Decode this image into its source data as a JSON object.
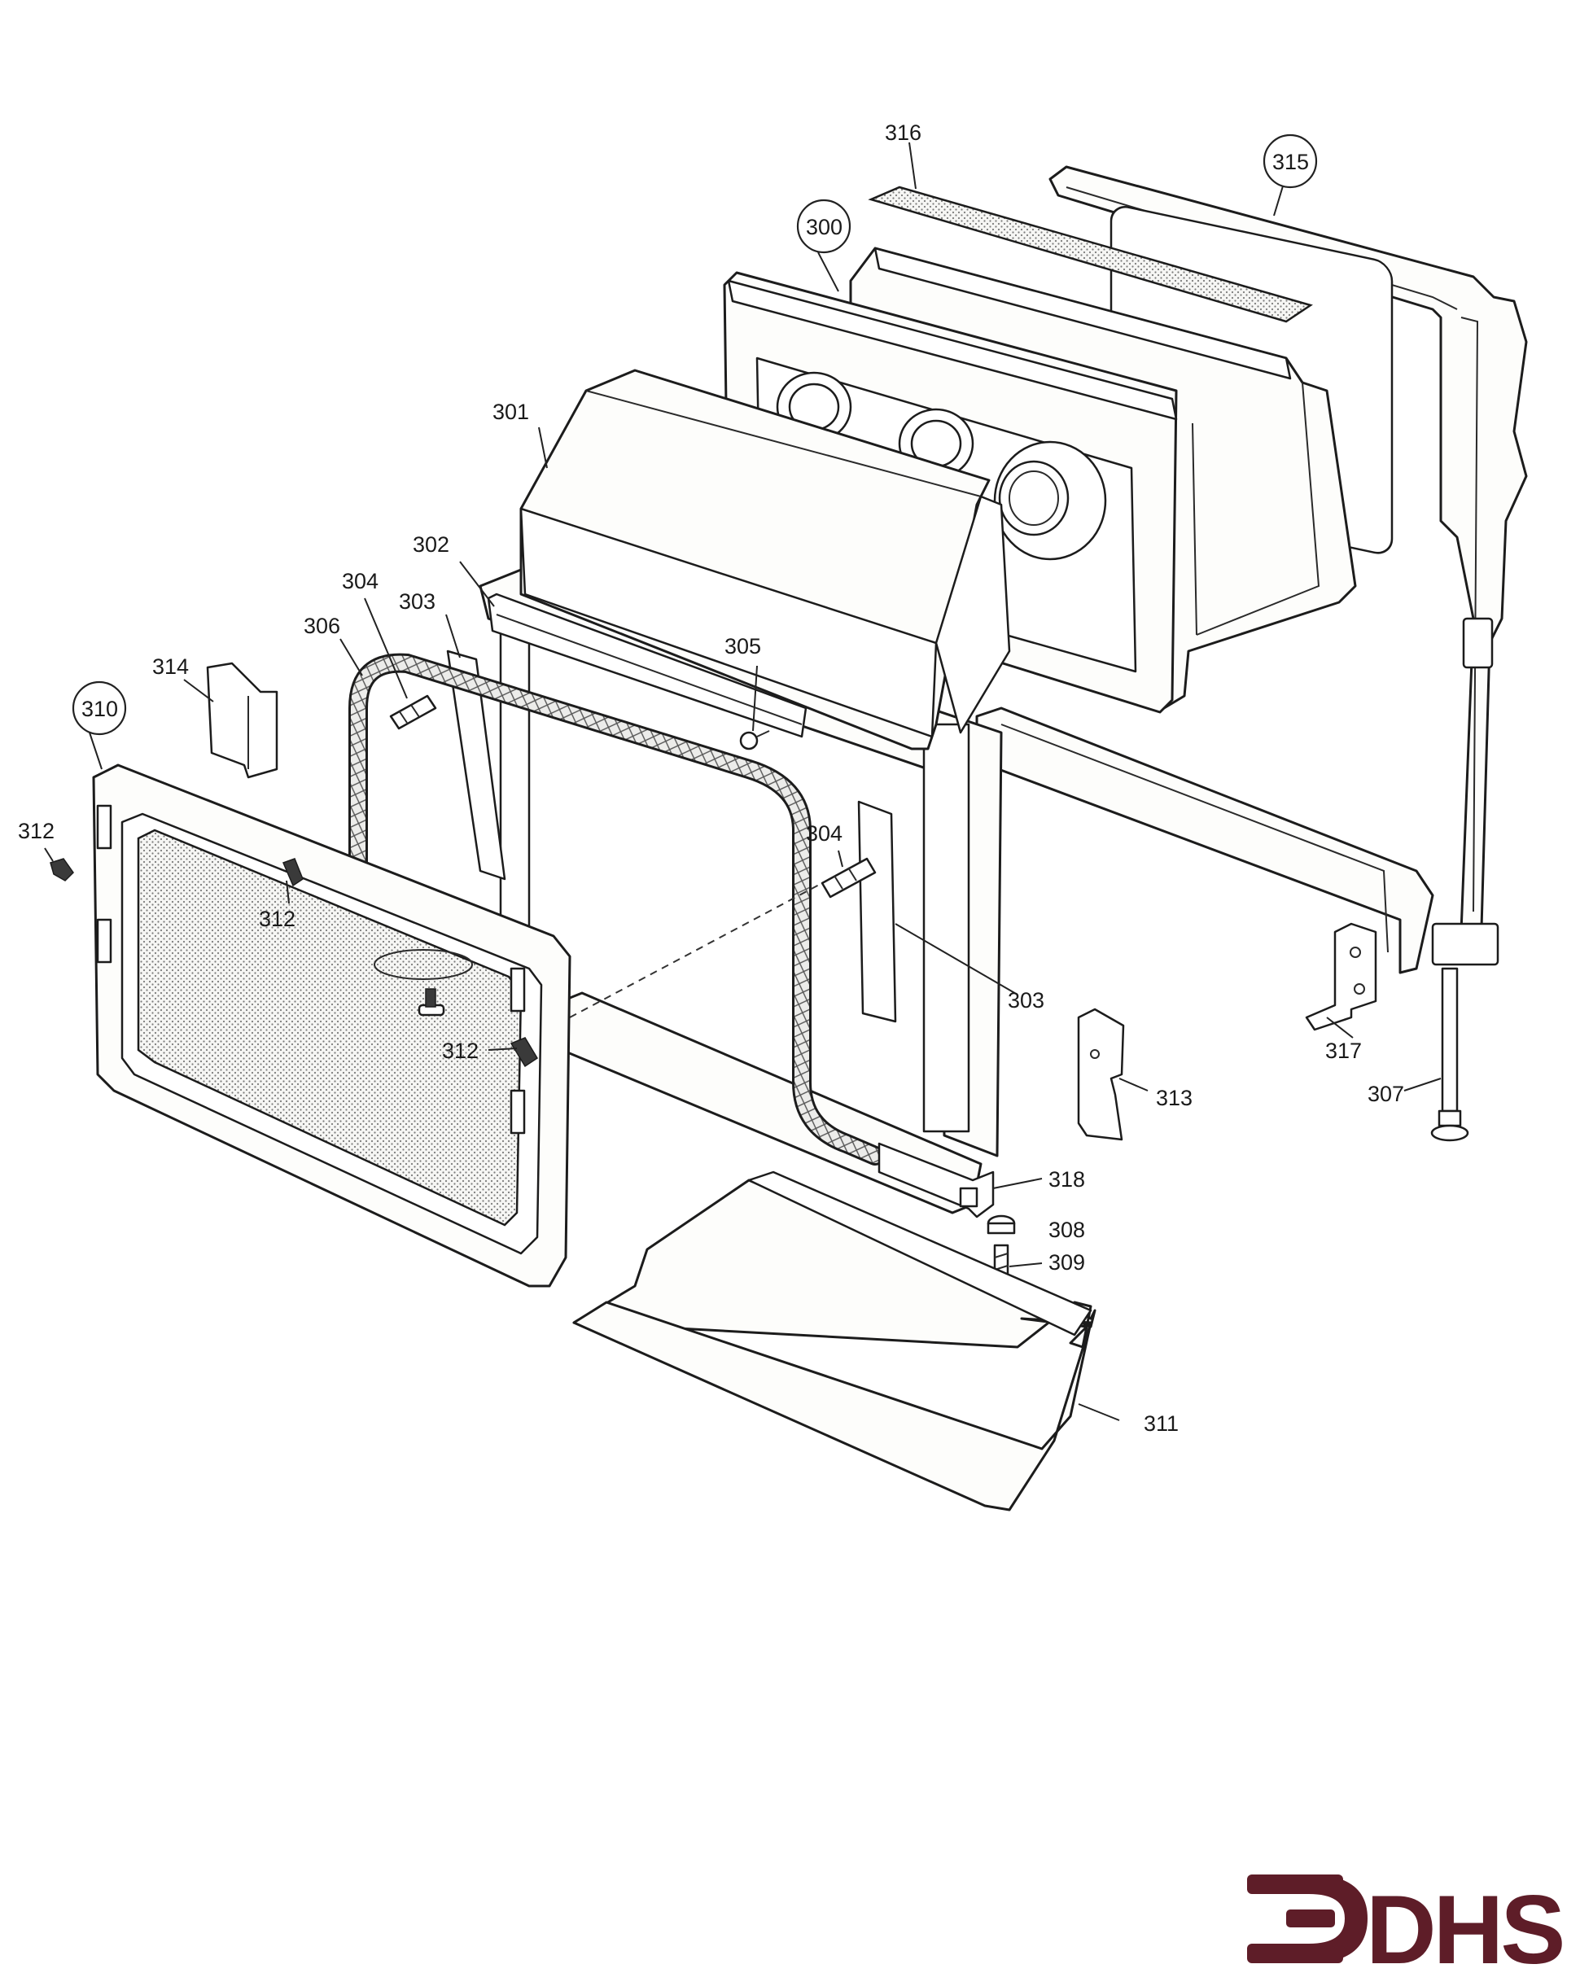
{
  "diagram": {
    "type": "exploded-parts-diagram",
    "parts": [
      {
        "id": "p300",
        "number": "300",
        "circled": true,
        "component": "back-housing"
      },
      {
        "id": "p301",
        "number": "301",
        "circled": false,
        "component": "top-cover"
      },
      {
        "id": "p302",
        "number": "302",
        "circled": false,
        "component": "top-bracket"
      },
      {
        "id": "p303a",
        "number": "303",
        "circled": false,
        "component": "left-hinge-strip"
      },
      {
        "id": "p303b",
        "number": "303",
        "circled": false,
        "component": "right-hinge-strip"
      },
      {
        "id": "p304a",
        "number": "304",
        "circled": false,
        "component": "left-stud"
      },
      {
        "id": "p304b",
        "number": "304",
        "circled": false,
        "component": "right-stud"
      },
      {
        "id": "p305",
        "number": "305",
        "circled": false,
        "component": "screw"
      },
      {
        "id": "p306",
        "number": "306",
        "circled": false,
        "component": "door-seal"
      },
      {
        "id": "p307",
        "number": "307",
        "circled": false,
        "component": "adjustable-leg"
      },
      {
        "id": "p308",
        "number": "308",
        "circled": false,
        "component": "nut"
      },
      {
        "id": "p309",
        "number": "309",
        "circled": false,
        "component": "foot-bolt"
      },
      {
        "id": "p310",
        "number": "310",
        "circled": true,
        "component": "front-door-frame"
      },
      {
        "id": "p311",
        "number": "311",
        "circled": false,
        "component": "drip-tray"
      },
      {
        "id": "p312a",
        "number": "312",
        "circled": false,
        "component": "wing-nut"
      },
      {
        "id": "p312b",
        "number": "312",
        "circled": false,
        "component": "upper-latch"
      },
      {
        "id": "p312c",
        "number": "312",
        "circled": false,
        "component": "side-latch"
      },
      {
        "id": "p313",
        "number": "313",
        "circled": false,
        "component": "right-bracket"
      },
      {
        "id": "p314",
        "number": "314",
        "circled": false,
        "component": "left-bracket"
      },
      {
        "id": "p315",
        "number": "315",
        "circled": true,
        "component": "rear-frame"
      },
      {
        "id": "p316",
        "number": "316",
        "circled": false,
        "component": "filter-strip"
      },
      {
        "id": "p317",
        "number": "317",
        "circled": false,
        "component": "leg-bracket"
      },
      {
        "id": "p318",
        "number": "318",
        "circled": false,
        "component": "lower-rail"
      }
    ]
  },
  "logo": {
    "text": "DHS",
    "color": "#5e1d28"
  }
}
